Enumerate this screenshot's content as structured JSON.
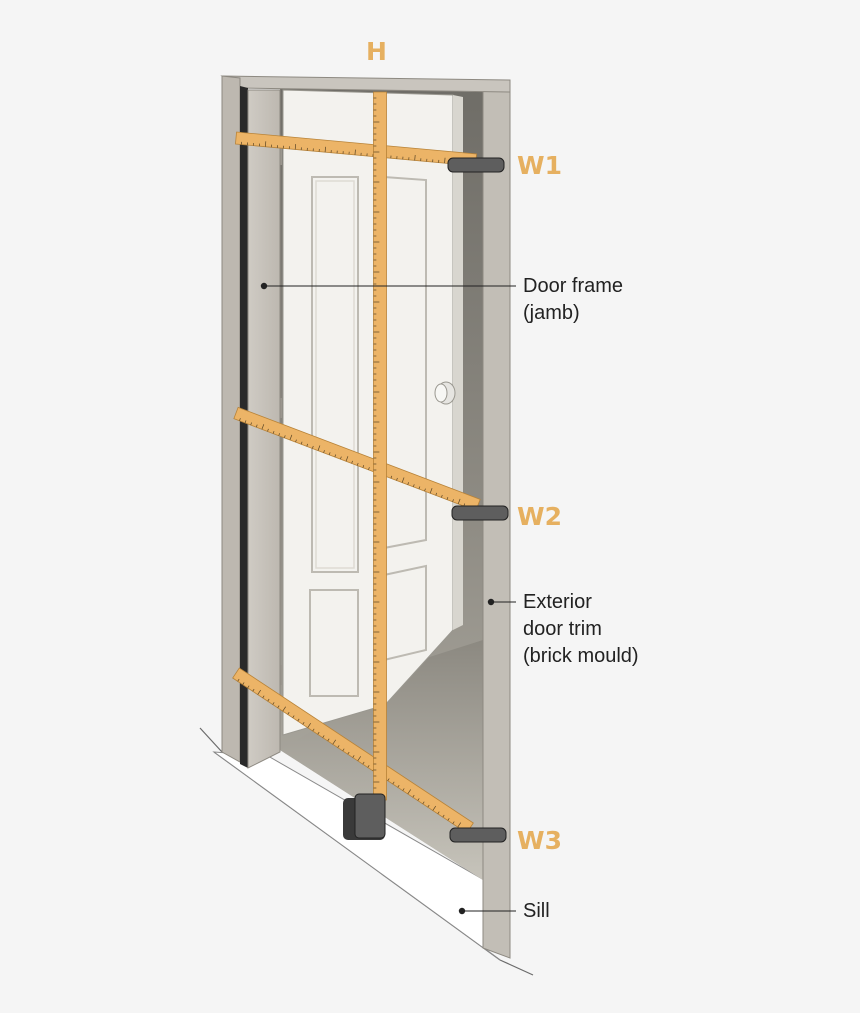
{
  "measurements": {
    "height": "H",
    "width_top": "W1",
    "width_middle": "W2",
    "width_bottom": "W3"
  },
  "callouts": {
    "door_frame_line1": "Door frame",
    "door_frame_line2": "(jamb)",
    "exterior_trim_line1": "Exterior",
    "exterior_trim_line2": "door trim",
    "exterior_trim_line3": "(brick mould)",
    "sill": "Sill"
  },
  "colors": {
    "background": "#f5f5f5",
    "measurement_label": "#e6b060",
    "tape": "#ecb467",
    "tape_case": "#3a3a3a",
    "frame": "#a9a49c",
    "opening_interior": "#8a877f",
    "door": "#f3f2ee",
    "text": "#222222"
  },
  "icons": {
    "tape_measure": "tape-measure-icon",
    "door_knob": "door-knob-icon"
  }
}
